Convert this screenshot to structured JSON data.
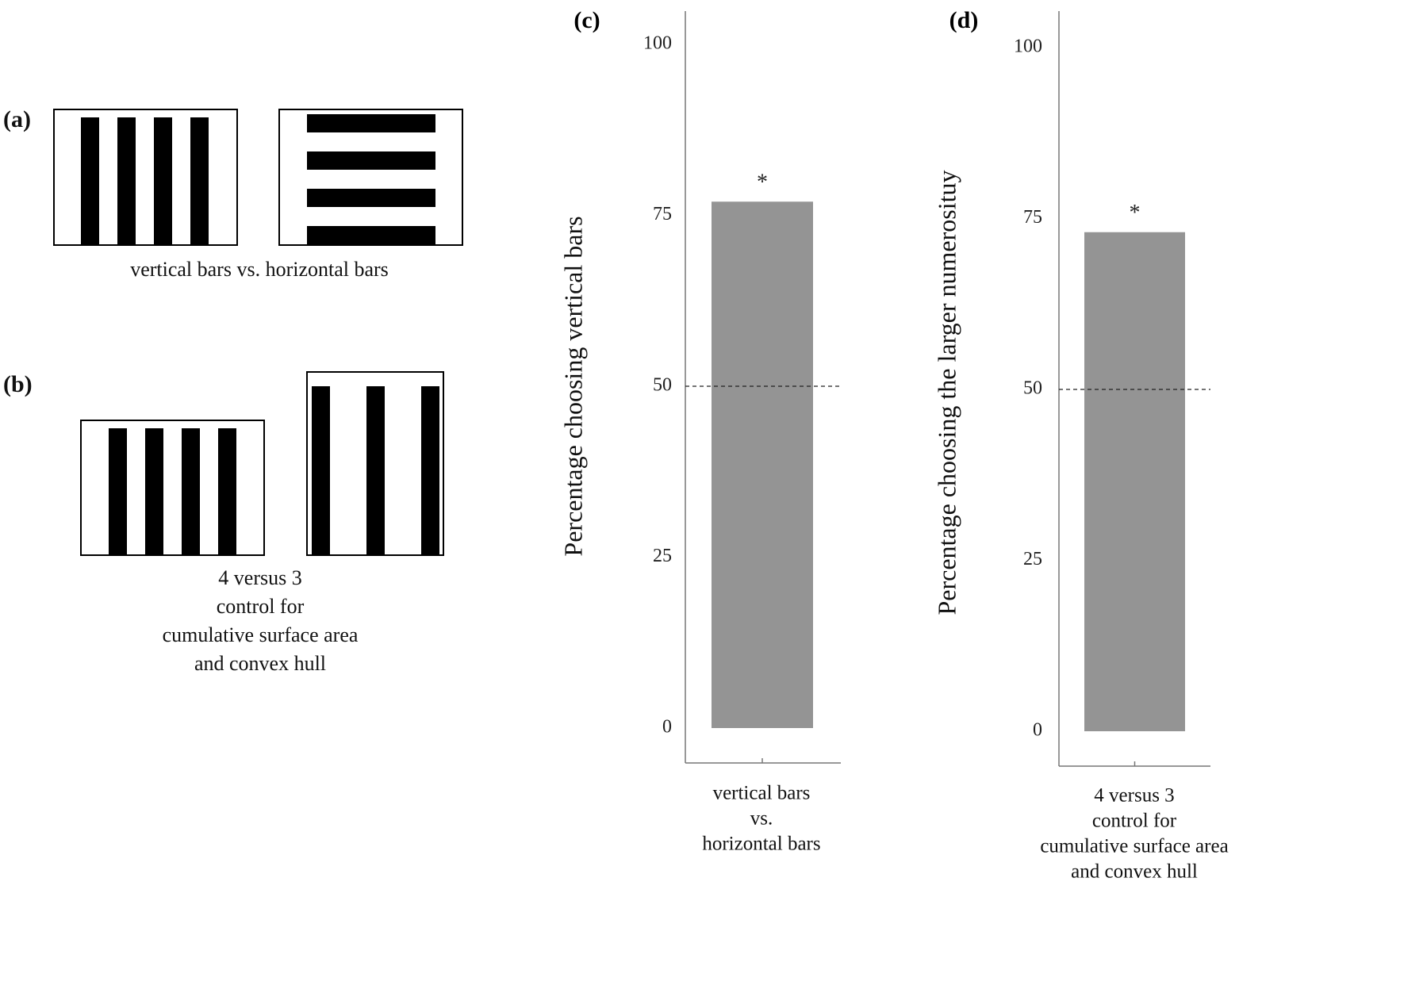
{
  "panels": {
    "a": {
      "label": "(a)",
      "caption": "vertical bars vs. horizontal bars",
      "left_stim": {
        "orientation": "vertical",
        "bar_count": 4
      },
      "right_stim": {
        "orientation": "horizontal",
        "bar_count": 4
      }
    },
    "b": {
      "label": "(b)",
      "caption_lines": [
        "4 versus 3",
        "control for",
        "cumulative surface area",
        "and convex hull"
      ],
      "left_stim": {
        "orientation": "vertical",
        "bar_count": 4
      },
      "right_stim": {
        "orientation": "vertical",
        "bar_count": 3
      }
    }
  },
  "chart_data": [
    {
      "panel_label": "(c)",
      "type": "bar",
      "categories": [
        "vertical bars vs. horizontal bars"
      ],
      "category_label_lines": [
        "vertical bars",
        "vs.",
        "horizontal bars"
      ],
      "values": [
        77
      ],
      "ylabel": "Percentage choosing vertical bars",
      "ylim": [
        0,
        100
      ],
      "yticks": [
        "0",
        "25",
        "50",
        "75",
        "100"
      ],
      "reference_line": 50,
      "significance_marker": "*",
      "bar_color": "#949494",
      "grid": false
    },
    {
      "panel_label": "(d)",
      "type": "bar",
      "categories": [
        "4 versus 3 control for cumulative surface area and convex hull"
      ],
      "category_label_lines": [
        "4 versus 3",
        "control for",
        "cumulative surface area",
        "and convex hull"
      ],
      "values": [
        73
      ],
      "ylabel": "Percentage choosing the larger numerosituy",
      "ylim": [
        0,
        100
      ],
      "yticks": [
        "0",
        "25",
        "50",
        "75",
        "100"
      ],
      "reference_line": 50,
      "significance_marker": "*",
      "bar_color": "#949494",
      "grid": false
    }
  ]
}
